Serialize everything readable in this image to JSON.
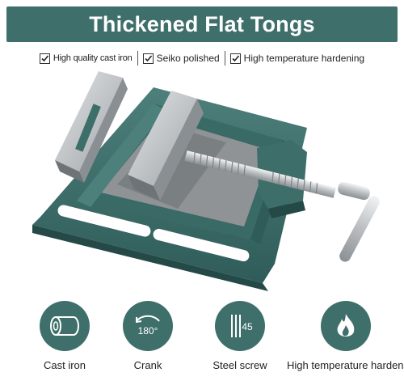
{
  "banner": {
    "title": "Thickened Flat Tongs"
  },
  "features": [
    {
      "label": "High quality cast iron"
    },
    {
      "label": "Seiko polished"
    },
    {
      "label": "High temperature hardening"
    }
  ],
  "icons": [
    {
      "label": "Cast iron",
      "icon": "cast-iron-icon"
    },
    {
      "label": "Crank",
      "icon": "crank-180-icon",
      "badge": "180°"
    },
    {
      "label": "Steel screw",
      "icon": "steel-screw-icon",
      "badge": "45"
    },
    {
      "label": "High temperature hardening",
      "icon": "flame-icon"
    }
  ],
  "colors": {
    "brand": "#3f6f6b",
    "text": "#222222",
    "vise_body": "#3d6e6a",
    "steel": "#c9cbcd"
  }
}
